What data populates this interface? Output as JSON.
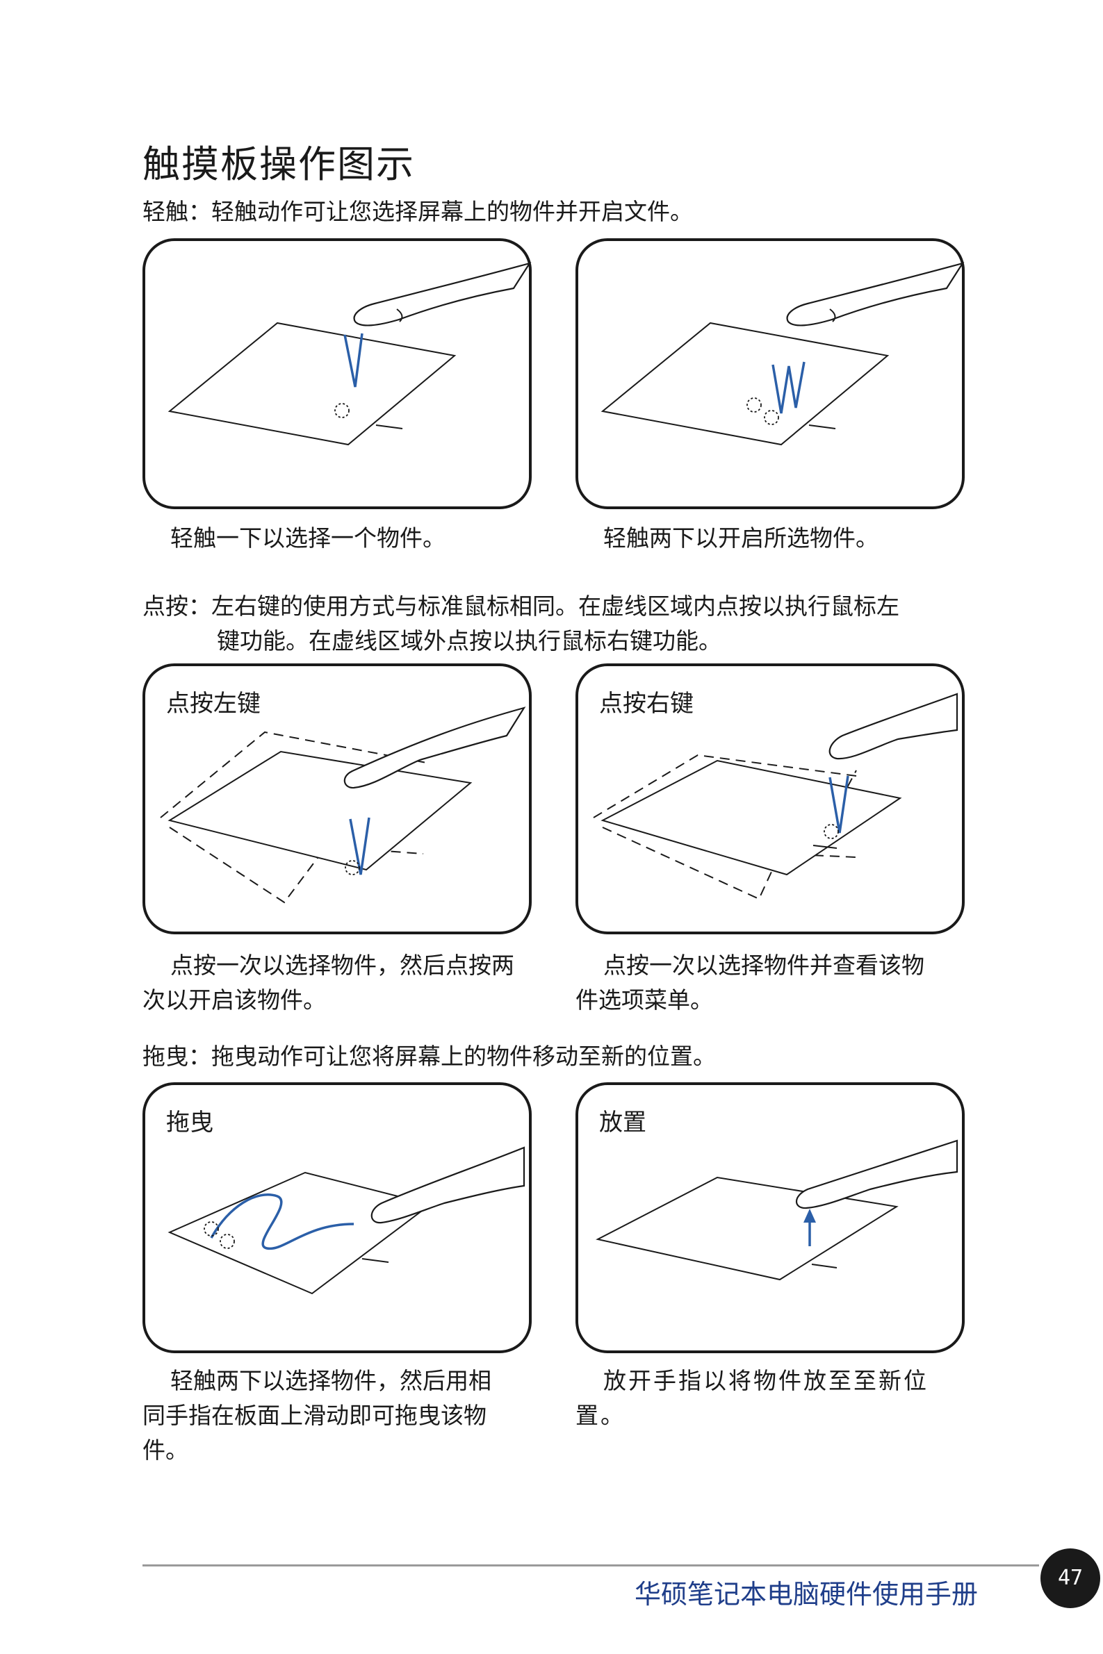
{
  "page_title": "触摸板操作图示",
  "sections": {
    "tap": {
      "label": "轻触",
      "desc": "：轻触动作可让您选择屏幕上的物件并开启文件。",
      "panels": [
        {
          "label": "",
          "caption": "轻触一下以选择一个物件。"
        },
        {
          "label": "",
          "caption": "轻触两下以开启所选物件。"
        }
      ]
    },
    "click": {
      "label": "点按",
      "desc_line1": "：左右键的使用方式与标准鼠标相同。在虚线区域内点按以执行鼠标左",
      "desc_line2": "键功能。在虚线区域外点按以执行鼠标右键功能。",
      "panels": [
        {
          "label": "点按左键",
          "caption_line1": "点按一次以选择物件，然后点按两",
          "caption_line2": "次以开启该物件。"
        },
        {
          "label": "点按右键",
          "caption_line1": "点按一次以选择物件并查看该物",
          "caption_line2": "件选项菜单。"
        }
      ]
    },
    "drag": {
      "label": "拖曳",
      "desc": "：拖曳动作可让您将屏幕上的物件移动至新的位置。",
      "panels": [
        {
          "label": "拖曳",
          "caption_line1": "轻触两下以选择物件，然后用相",
          "caption_line2": "同手指在板面上滑动即可拖曳该物",
          "caption_line3": "件。"
        },
        {
          "label": "放置",
          "caption_line1": "放开手指以将物件放至至新位",
          "caption_line2": "置。"
        }
      ]
    }
  },
  "footer": {
    "manual_title": "华硕笔记本电脑硬件使用手册",
    "page_number": "47"
  },
  "colors": {
    "accent_blue": "#2b5fa8",
    "footer_blue": "#1f3e8a",
    "ink": "#1a1a1a"
  },
  "icons": [
    "finger-illustration",
    "touchpad-illustration",
    "tap-ripple-icon",
    "stroke-mark",
    "arrow-up-icon"
  ]
}
